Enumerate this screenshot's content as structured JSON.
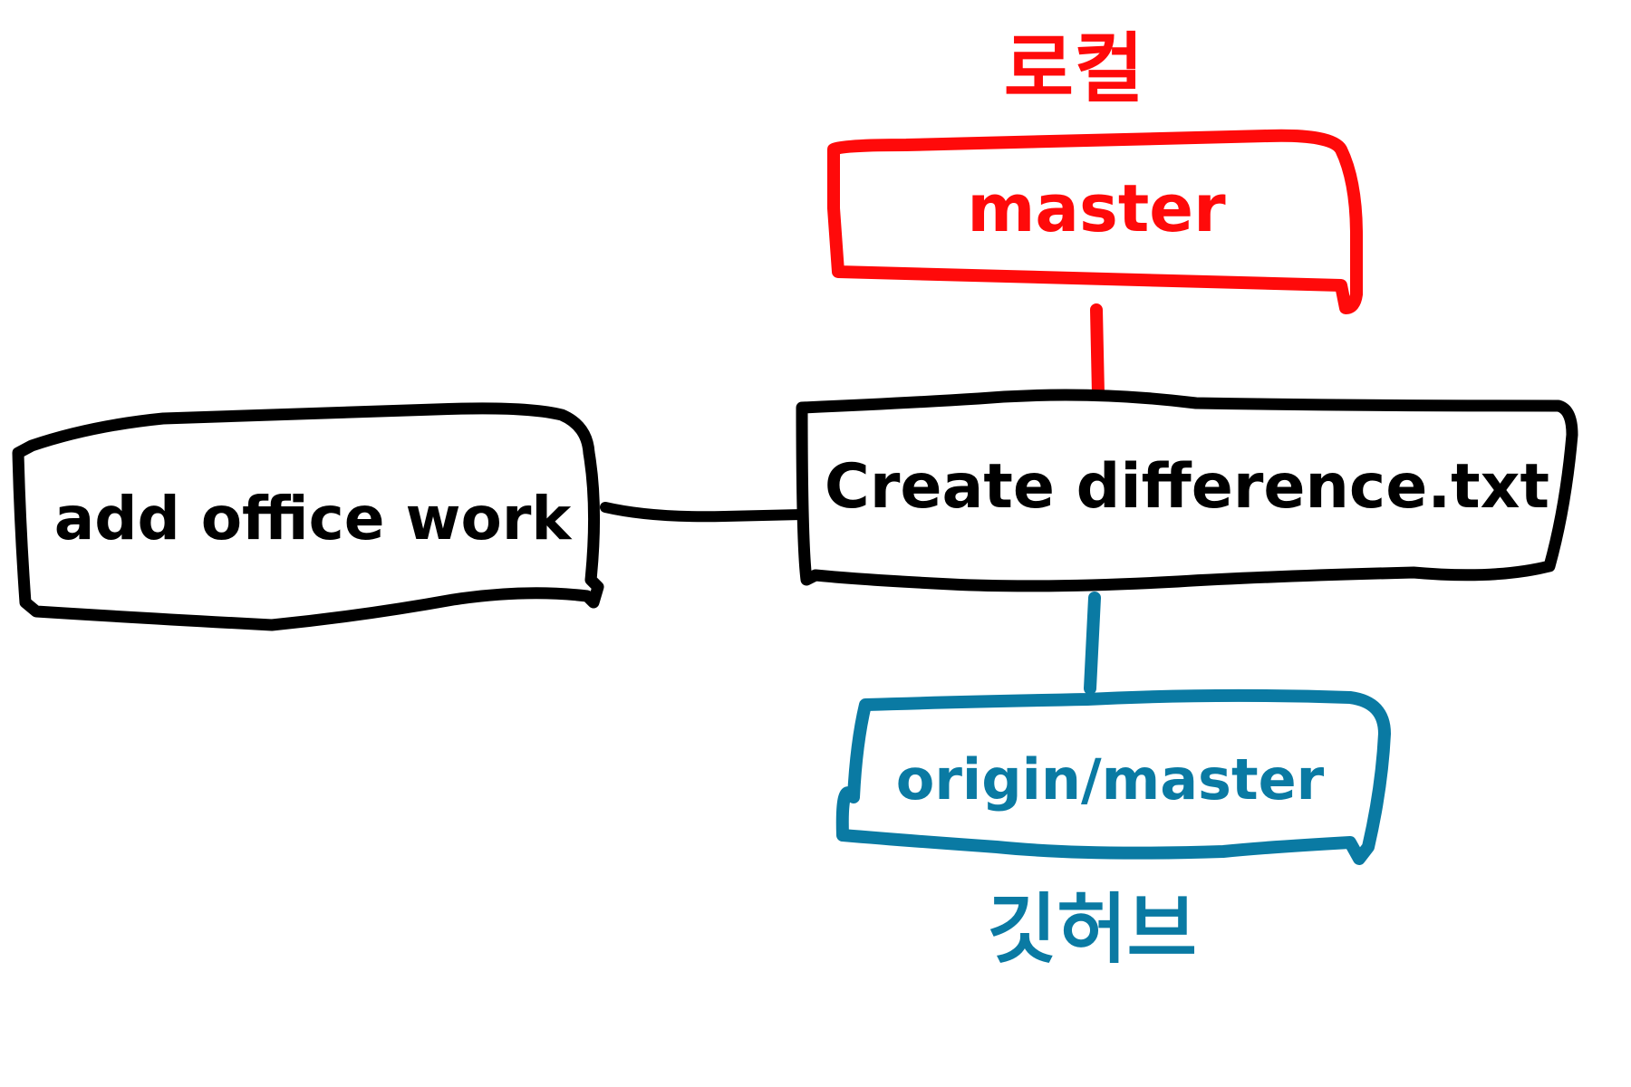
{
  "diagram": {
    "local_label": "로컬",
    "remote_label": "깃허브",
    "nodes": {
      "master": "master",
      "current_commit": "Create difference.txt",
      "previous_commit": "add office work",
      "origin_master": "origin/master"
    },
    "colors": {
      "local": "#ff0a0a",
      "remote": "#0a7aa3",
      "commit": "#000000"
    }
  }
}
